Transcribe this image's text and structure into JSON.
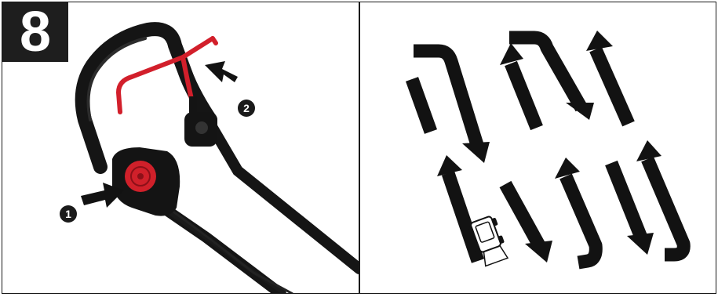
{
  "step": {
    "number": "8"
  },
  "callouts": [
    {
      "label": "1"
    },
    {
      "label": "2"
    }
  ],
  "colors": {
    "handle": "#151515",
    "lever": "#d21f2b",
    "button": "#d0202a",
    "arrow": "#121212",
    "border": "#1a1a1a"
  },
  "icons": {
    "press-arrow-1": "arrow-right",
    "press-arrow-2": "arrow-down-left",
    "mowing-pattern": "overlapping-lane-arrows",
    "lawnmower": "lawnmower-top-view"
  }
}
